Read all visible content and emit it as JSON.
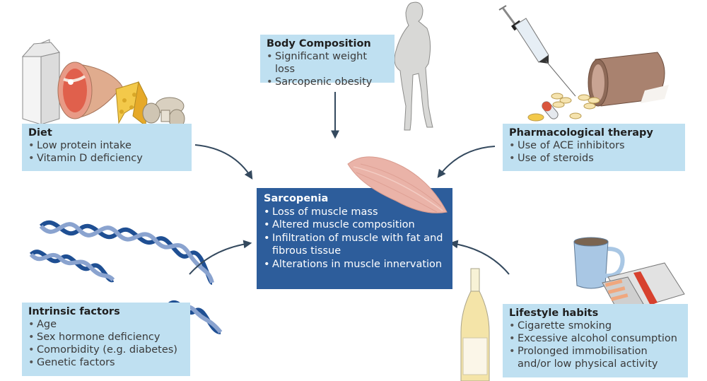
{
  "center": {
    "title": "Sarcopenia",
    "items": [
      "Loss of muscle mass",
      "Altered muscle composition",
      "Infiltration of muscle with fat and fibrous tissue",
      "Alterations in muscle innervation"
    ]
  },
  "body_composition": {
    "title": "Body Composition",
    "items": [
      "Significant weight loss",
      "Sarcopenic obesity"
    ]
  },
  "diet": {
    "title": "Diet",
    "items": [
      "Low protein intake",
      "Vitamin D deficiency"
    ]
  },
  "pharmacological": {
    "title": "Pharmacological therapy",
    "items": [
      "Use of ACE inhibitors",
      "Use of steroids"
    ]
  },
  "intrinsic": {
    "title": "Intrinsic factors",
    "items": [
      "Age",
      "Sex hormone deficiency",
      "Comorbidity (e.g. diabetes)",
      "Genetic factors"
    ]
  },
  "lifestyle": {
    "title": "Lifestyle habits",
    "items": [
      "Cigarette smoking",
      "Excessive alcohol consumption",
      "Prolonged immobilisation and/or low physical activity"
    ]
  },
  "illustrations": {
    "diet": [
      "milk-carton-icon",
      "ham-icon",
      "cheese-icon",
      "mushroom-icon"
    ],
    "body": "human-silhouette-icon",
    "pharma": [
      "syringe-icon",
      "pill-bottle-icon",
      "pills-icon",
      "capsule-icon"
    ],
    "intrinsic": "dna-helix-icon",
    "lifestyle": [
      "wine-bottle-icon",
      "coffee-mug-icon",
      "cigarette-pack-icon"
    ],
    "center": "muscle-icon"
  },
  "colors": {
    "center_box": "#2d5d9b",
    "factor_box": "#bfe0f1",
    "arrow": "#34495e",
    "dna_dark": "#1f4f93",
    "dna_light": "#8aa3cf",
    "muscle": "#eab3a8"
  }
}
